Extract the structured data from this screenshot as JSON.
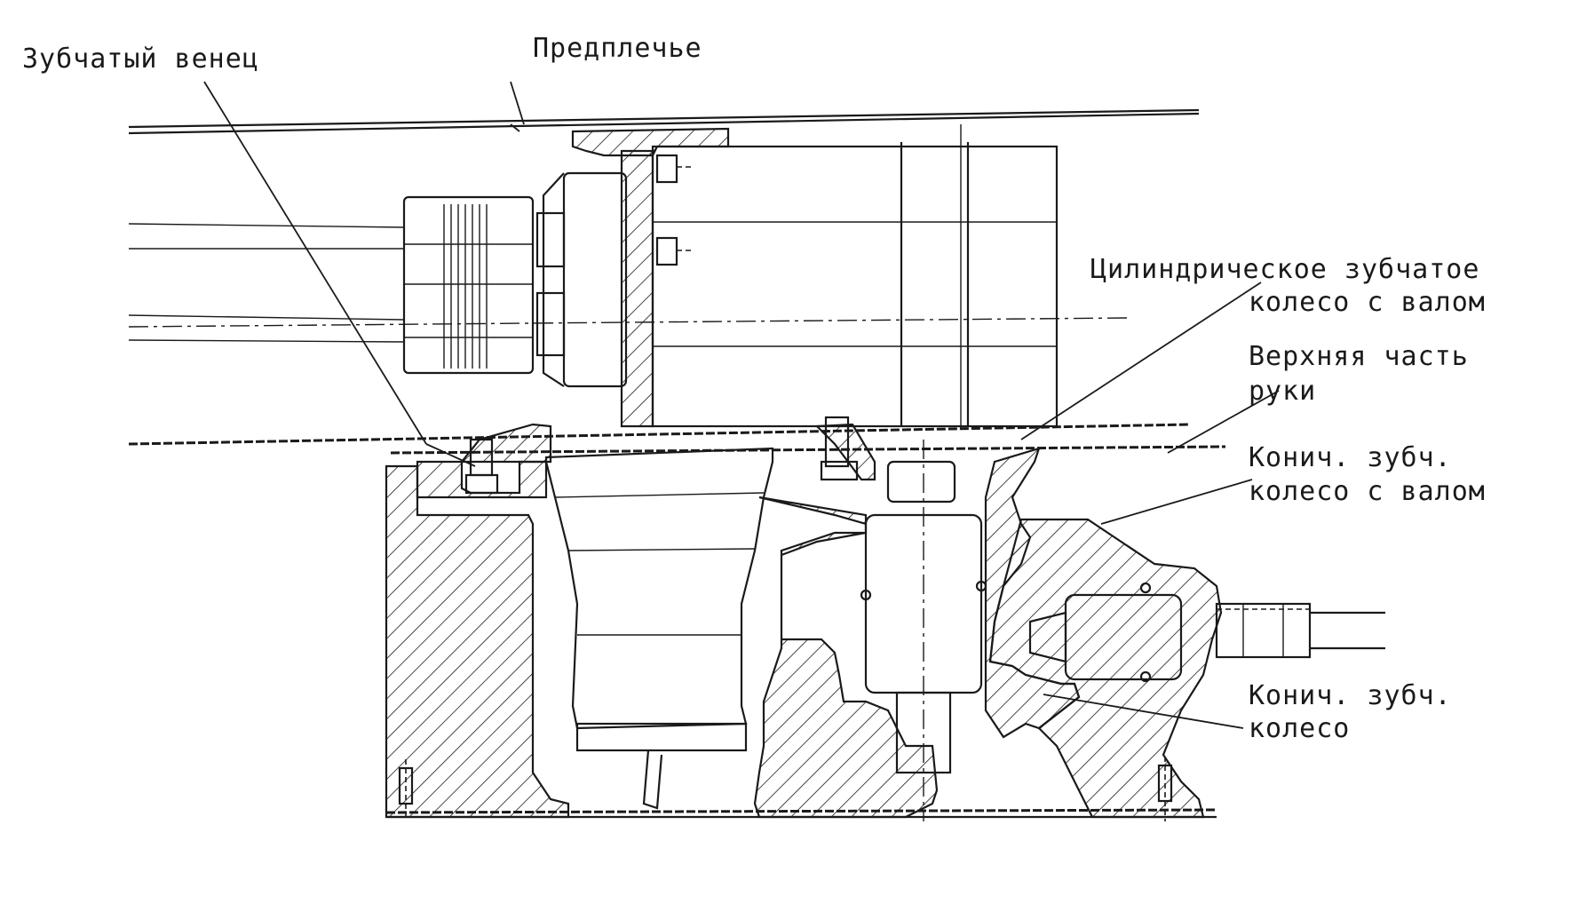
{
  "diagram": {
    "labels": {
      "ring_gear": "Зубчатый венец",
      "forearm": "Предплечье",
      "spur_gear_line1": "Цилиндрическое зубчатое",
      "spur_gear_line2": "колесо с валом",
      "upper_arm_line1": "Верхняя часть",
      "upper_arm_line2": "руки",
      "bevel_shaft_line1": "Конич. зубч.",
      "bevel_shaft_line2": "колесо с валом",
      "bevel_gear_line1": "Конич. зубч.",
      "bevel_gear_line2": "колесо"
    }
  }
}
